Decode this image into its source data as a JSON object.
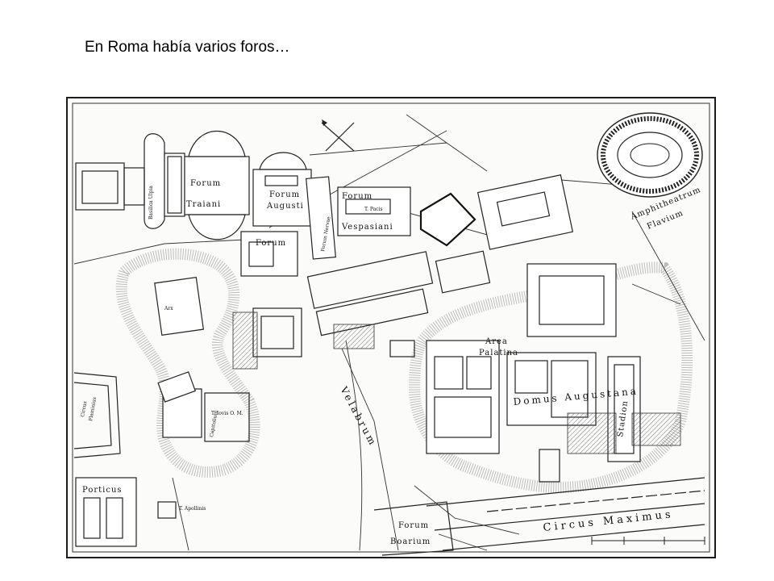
{
  "slide": {
    "title": "En Roma había varios foros…"
  },
  "map": {
    "labels": {
      "forum_traiani_1": "Forum",
      "forum_traiani_2": "Traiani",
      "basilica_ulpia": "Basilica Ulpia",
      "forum_augusti_1": "Forum",
      "forum_augusti_2": "Augusti",
      "forum_nervae": "Forum Nervae",
      "forum_vespasiani_1": "Forum",
      "forum_vespasiani_2": "Vespasiani",
      "t_pacis": "T. Pacis",
      "forum_small": "Forum",
      "arx": "Arx",
      "capitolium": "Capitolium",
      "t_iovis": "T. Iovis O. M.",
      "area_palatina_1": "Area",
      "area_palatina_2": "Palatina",
      "domus_augustana": "Domus Augustana",
      "stadion": "Stadion",
      "velabrum": "Velabrum",
      "forum_boarium_1": "Forum",
      "forum_boarium_2": "Boarium",
      "circus_maximus": "Circus Maximus",
      "amphitheatrum_1": "Amphitheatrum",
      "amphitheatrum_2": "Flavium",
      "circus_flaminius_1": "Circus",
      "circus_flaminius_2": "Flaminius",
      "porticus": "Porticus",
      "t_apollinis": "T. Apollinis"
    }
  }
}
